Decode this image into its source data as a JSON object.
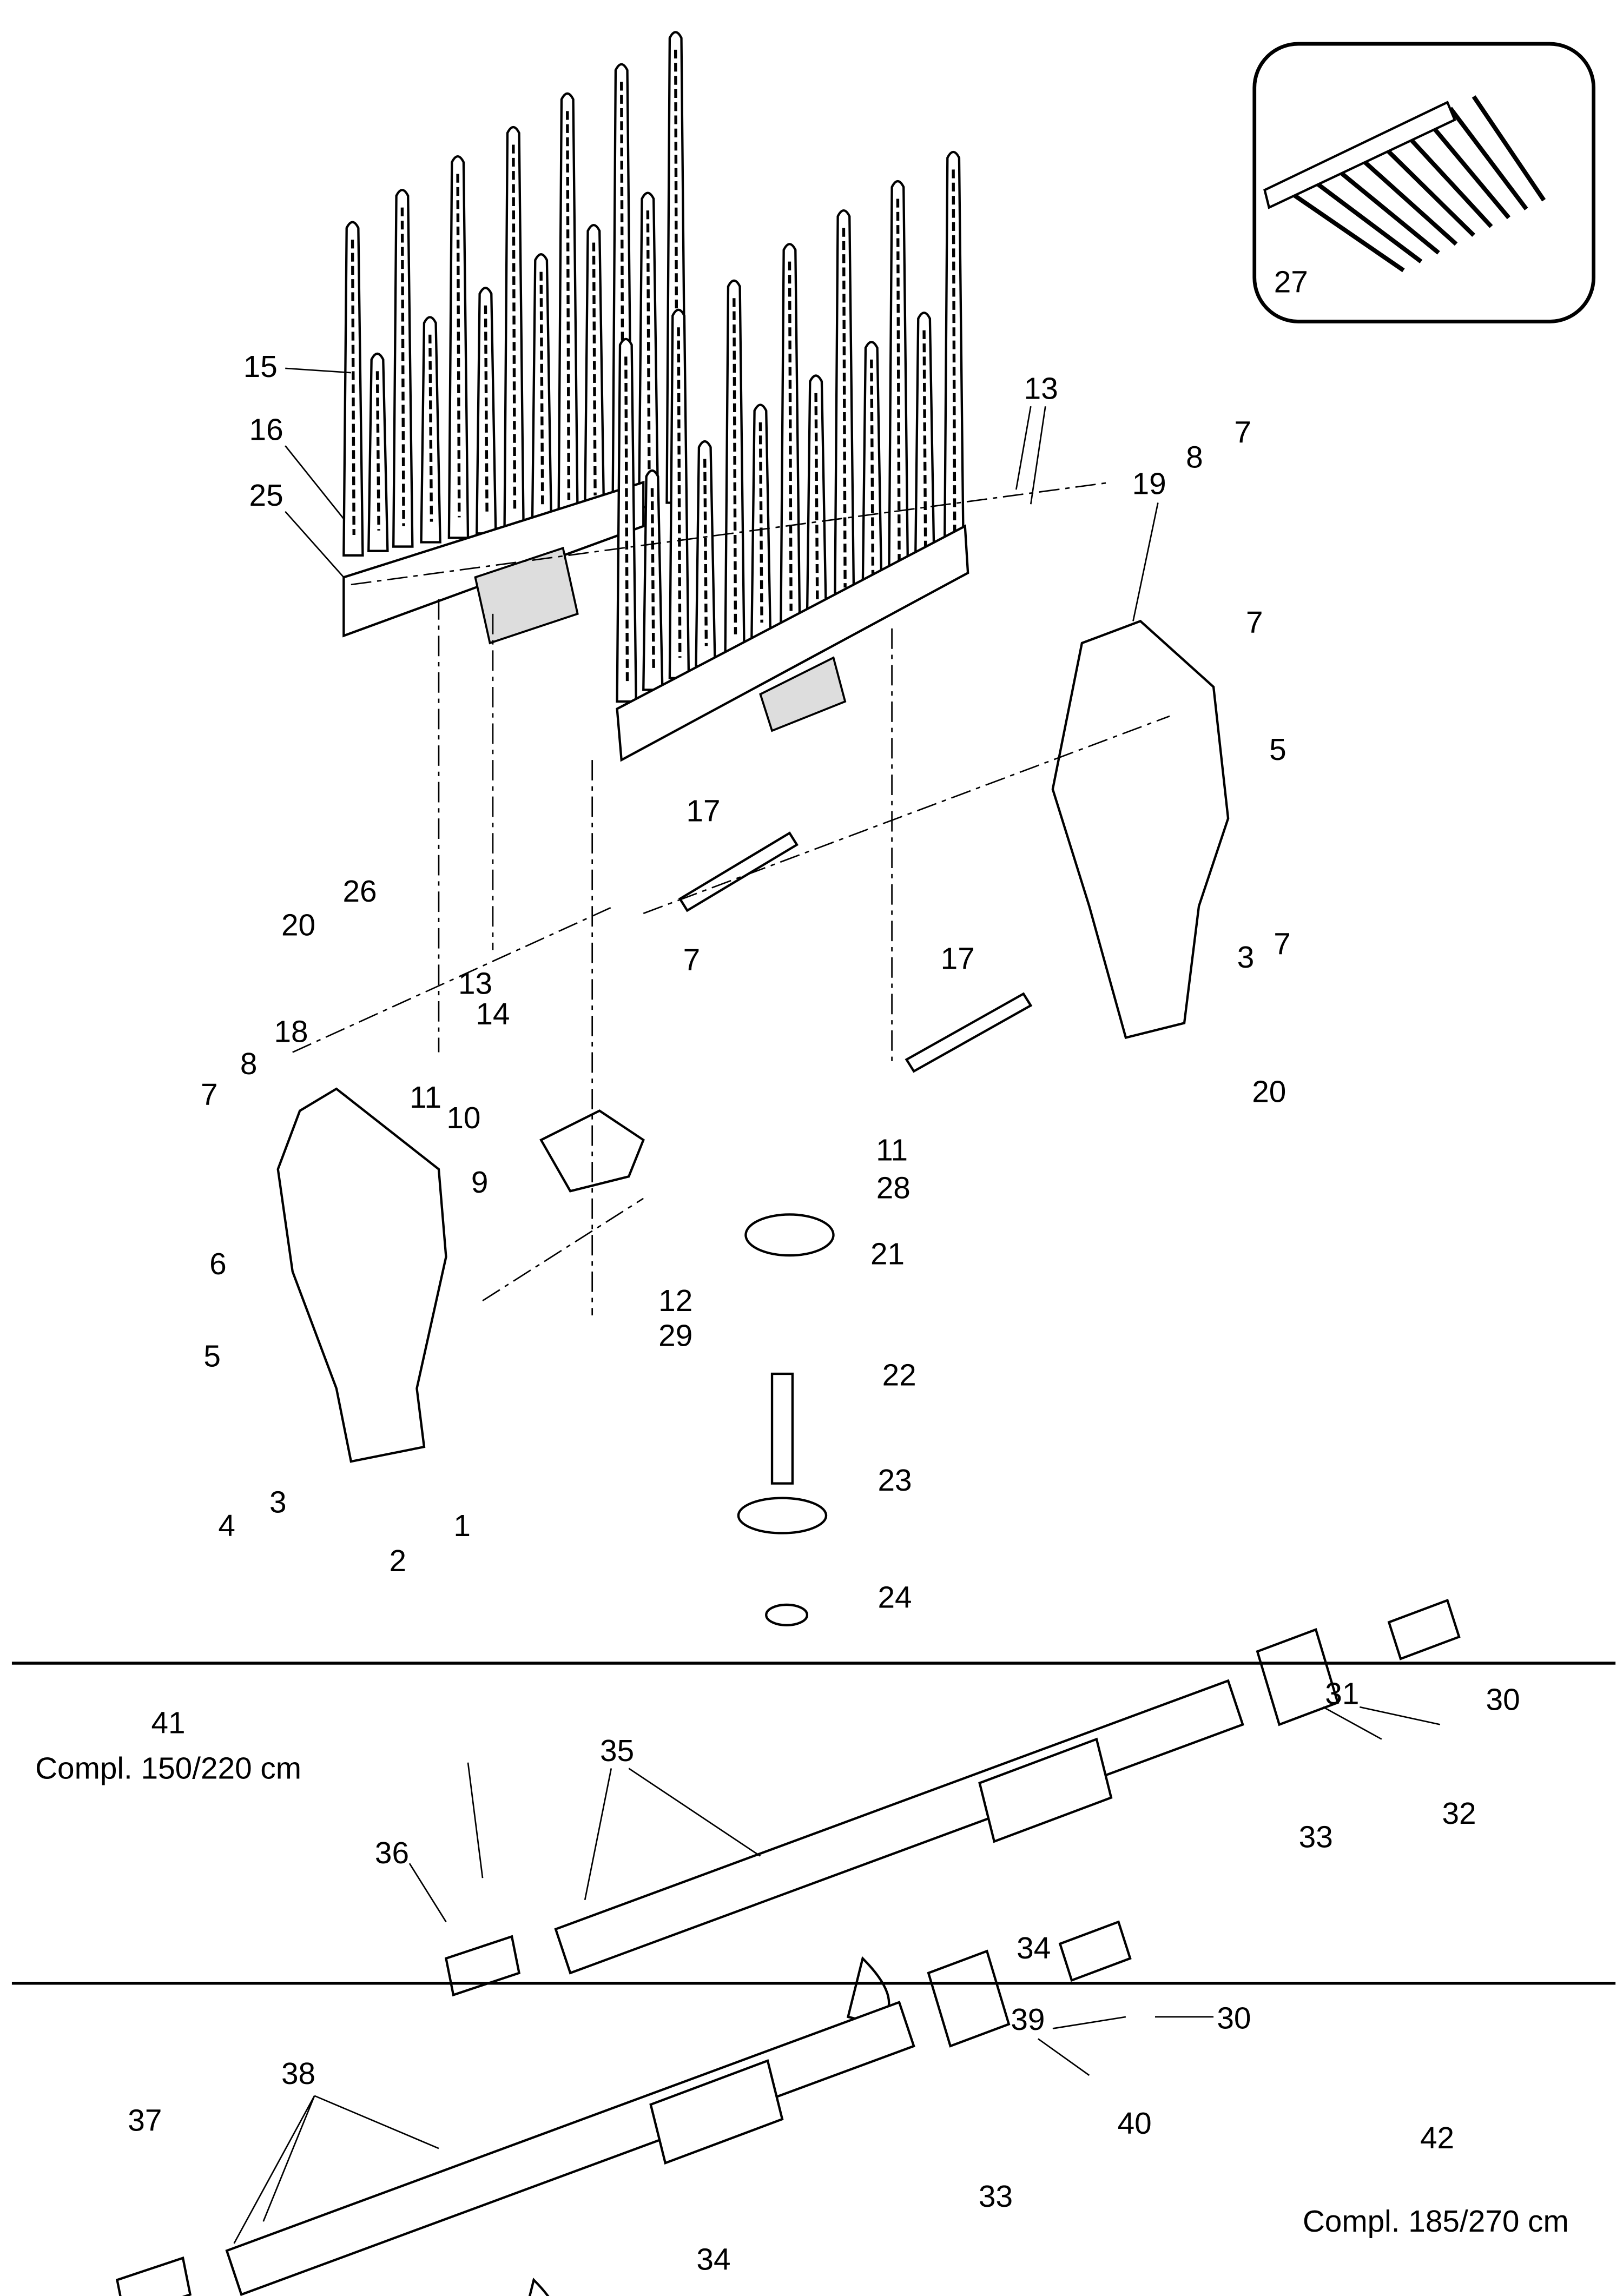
{
  "diagram": {
    "callouts": [
      "15",
      "16",
      "25",
      "13",
      "8",
      "7",
      "19",
      "7",
      "5",
      "17",
      "26",
      "20",
      "13",
      "7",
      "17",
      "14",
      "18",
      "8",
      "7",
      "11",
      "10",
      "9",
      "3",
      "7",
      "20",
      "11",
      "28",
      "21",
      "6",
      "5",
      "12",
      "29",
      "22",
      "23",
      "4",
      "3",
      "1",
      "2",
      "24",
      "27"
    ],
    "assembly_150": {
      "number": "41",
      "caption": "Compl. 150/220 cm",
      "callouts": [
        "35",
        "31",
        "30",
        "36",
        "32",
        "33",
        "34"
      ]
    },
    "assembly_185": {
      "number": "42",
      "caption": "Compl. 185/270 cm",
      "callouts": [
        "39",
        "30",
        "38",
        "37",
        "40",
        "33",
        "34"
      ]
    }
  }
}
